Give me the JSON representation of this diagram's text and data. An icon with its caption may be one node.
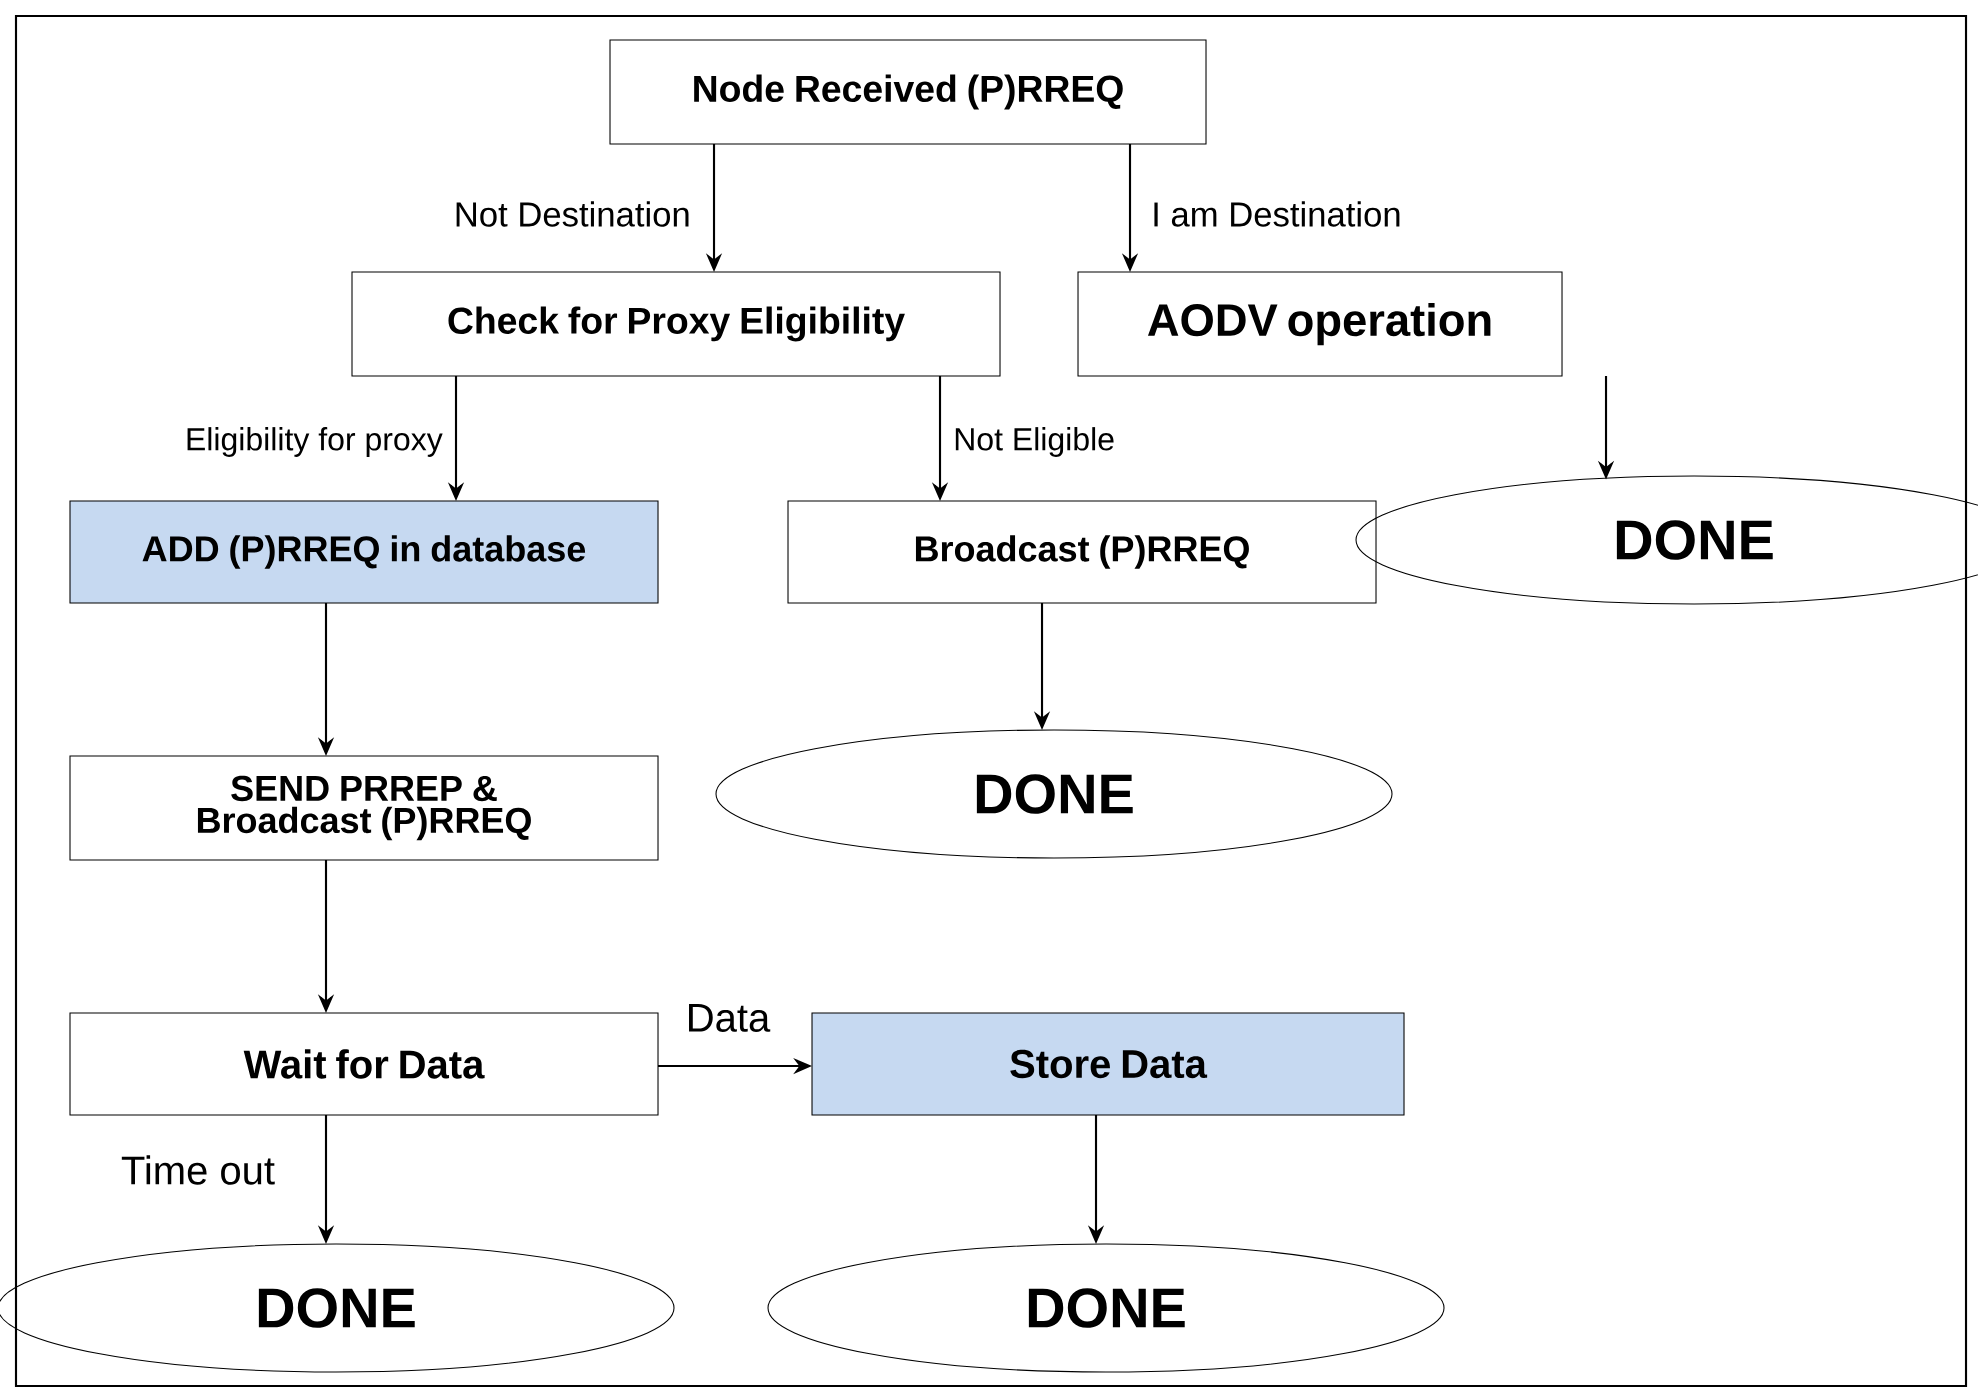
{
  "diagram": {
    "nodes": [
      {
        "text": [
          "Node Received (P)RREQ"
        ]
      },
      {
        "text": [
          "Check for Proxy Eligibility"
        ]
      },
      {
        "text": [
          "AODV operation"
        ]
      },
      {
        "text": [
          "ADD (P)RREQ in database"
        ]
      },
      {
        "text": [
          "Broadcast (P)RREQ"
        ]
      },
      {
        "text": [
          "DONE"
        ]
      },
      {
        "text": [
          "SEND PRREP & Broadcast (P)RREQ"
        ]
      },
      {
        "text": [
          "DONE"
        ]
      },
      {
        "text": [
          "Wait for Data"
        ]
      },
      {
        "text": [
          "Store Data"
        ]
      },
      {
        "text": [
          "DONE"
        ]
      },
      {
        "text": [
          "DONE"
        ]
      }
    ],
    "edges": [
      {
        "from": 0,
        "to": 1,
        "arrow": "to",
        "label": "Not Destination"
      },
      {
        "from": 0,
        "to": 2,
        "arrow": "to",
        "label": "I am Destination"
      },
      {
        "from": 1,
        "to": 3,
        "arrow": "to",
        "label": "Eligibility for proxy"
      },
      {
        "from": 1,
        "to": 4,
        "arrow": "to",
        "label": "Not Eligible"
      },
      {
        "from": 2,
        "to": 5,
        "arrow": "to"
      },
      {
        "from": 3,
        "to": 6,
        "arrow": "to"
      },
      {
        "from": 4,
        "to": 7,
        "arrow": "to"
      },
      {
        "from": 6,
        "to": 8,
        "arrow": "to"
      },
      {
        "from": 8,
        "to": 9,
        "arrow": "to",
        "label": "Data"
      },
      {
        "from": 8,
        "to": 10,
        "arrow": "to",
        "label": "Time out"
      },
      {
        "from": 9,
        "to": 11,
        "arrow": "to"
      }
    ]
  }
}
